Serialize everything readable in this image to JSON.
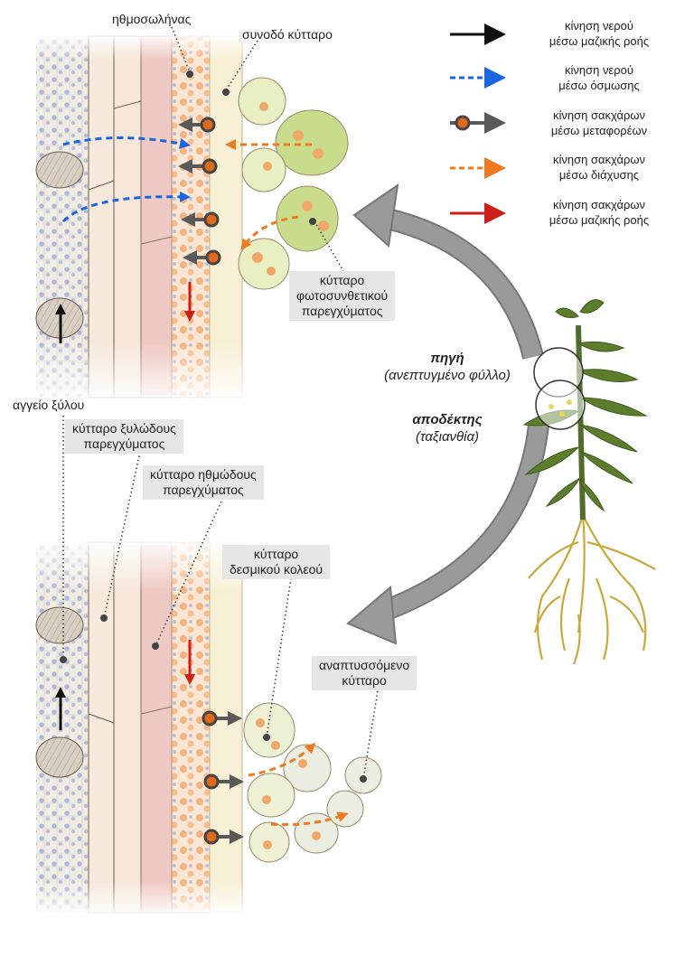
{
  "labels": {
    "phloem_tube": "ηθμοσωλήνας",
    "companion_cell": "συνοδό κύτταρο",
    "mesophyll_1": "κύτταρο",
    "mesophyll_2": "φωτοσυνθετικού",
    "mesophyll_3": "παρεγχύματος",
    "xylem_vessel": "αγγείο ξύλου",
    "xylem_par_1": "κύτταρο ξυλώδους",
    "xylem_par_2": "παρεγχύματος",
    "phloem_par_1": "κύτταρο ηθμώδους",
    "phloem_par_2": "παρεγχύματος",
    "bundle_sheath_1": "κύτταρο",
    "bundle_sheath_2": "δεσμικού κολεού",
    "developing_1": "αναπτυσσόμενο",
    "developing_2": "κύτταρο"
  },
  "plant": {
    "source_title": "πηγή",
    "source_sub": "(ανεπτυγμένο φύλλο)",
    "sink_title": "αποδέκτης",
    "sink_sub": "(ταξιανθία)"
  },
  "legend": [
    {
      "line1": "κίνηση νερού",
      "line2": "μέσω μαζικής ροής",
      "color": "#111111",
      "style": "solid"
    },
    {
      "line1": "κίνηση νερού",
      "line2": "μέσω όσμωσης",
      "color": "#1a66e0",
      "style": "dashed"
    },
    {
      "line1": "κίνηση σακχάρων",
      "line2": "μέσω μεταφορέων",
      "color": "#595959",
      "style": "carrier"
    },
    {
      "line1": "κίνηση σακχάρων",
      "line2": "μέσω διάχυσης",
      "color": "#f07a1f",
      "style": "dashed"
    },
    {
      "line1": "κίνηση σακχάρων",
      "line2": "μέσω μαζικής ροής",
      "color": "#cc1f1a",
      "style": "solid"
    }
  ]
}
